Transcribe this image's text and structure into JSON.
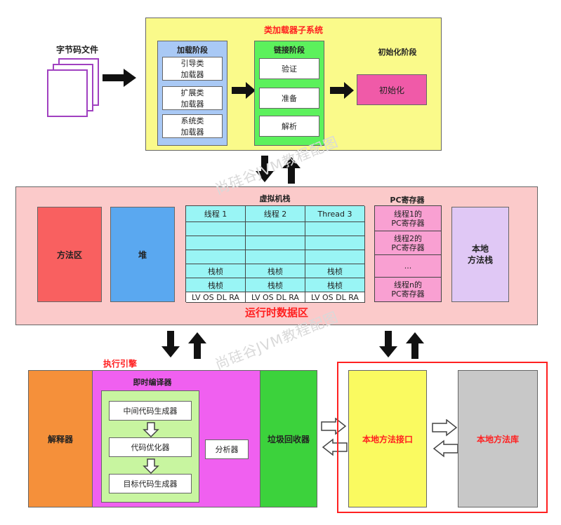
{
  "bytecode_files": {
    "label": "字节码文件"
  },
  "classloader": {
    "title": "类加载器子系统",
    "loading": {
      "title": "加载阶段",
      "items": [
        "引导类\n加载器",
        "扩展类\n加载器",
        "系统类\n加载器"
      ]
    },
    "linking": {
      "title": "链接阶段",
      "items": [
        "验证",
        "准备",
        "解析"
      ]
    },
    "init": {
      "title": "初始化阶段",
      "item": "初始化"
    }
  },
  "runtime": {
    "title": "运行时数据区",
    "method_area": "方法区",
    "heap": "堆",
    "vm_stack": {
      "title": "虚拟机栈",
      "threads": [
        {
          "name": "线程 1",
          "frames": [
            "栈桢",
            "栈桢"
          ],
          "bottom": "LV OS DL RA"
        },
        {
          "name": "线程 2",
          "frames": [
            "栈桢",
            "栈桢"
          ],
          "bottom": "LV OS DL RA"
        },
        {
          "name": "Thread 3",
          "frames": [
            "栈桢",
            "栈桢"
          ],
          "bottom": "LV OS DL RA"
        }
      ]
    },
    "pc_register": {
      "title": "PC寄存器",
      "items": [
        "线程1的\nPC寄存器",
        "线程2的\nPC寄存器",
        "...",
        "线程n的\nPC寄存器"
      ]
    },
    "native_stack": "本地\n方法栈"
  },
  "engine": {
    "title": "执行引擎",
    "interpreter": "解释器",
    "jit": {
      "title": "即时编译器",
      "steps": [
        "中间代码生成器",
        "代码优化器",
        "目标代码生成器"
      ],
      "profiler": "分析器"
    },
    "gc": "垃圾回收器"
  },
  "native": {
    "interface": "本地方法接口",
    "library": "本地方法库"
  },
  "watermark": "尚硅谷JVM教程配图",
  "colors": {
    "classloader_bg": "#fafa8a",
    "loading_bg": "#a9c9f5",
    "linking_bg": "#5cf15c",
    "init_bg": "#f05aa8",
    "runtime_bg": "#fbcaca",
    "method_area_bg": "#f96060",
    "heap_bg": "#5aa8f0",
    "stack_bg": "#99f5f5",
    "pc_bg": "#f9a0d2",
    "native_stack_bg": "#e0c8f5",
    "interpreter_bg": "#f5903a",
    "jit_bg": "#f060f0",
    "jit_inner_bg": "#c8f5a0",
    "gc_bg": "#3cd23c",
    "native_interface_bg": "#fafa60",
    "native_library_bg": "#c8c8c8",
    "highlight_border": "#ff2020",
    "title_red": "#ff2020"
  }
}
